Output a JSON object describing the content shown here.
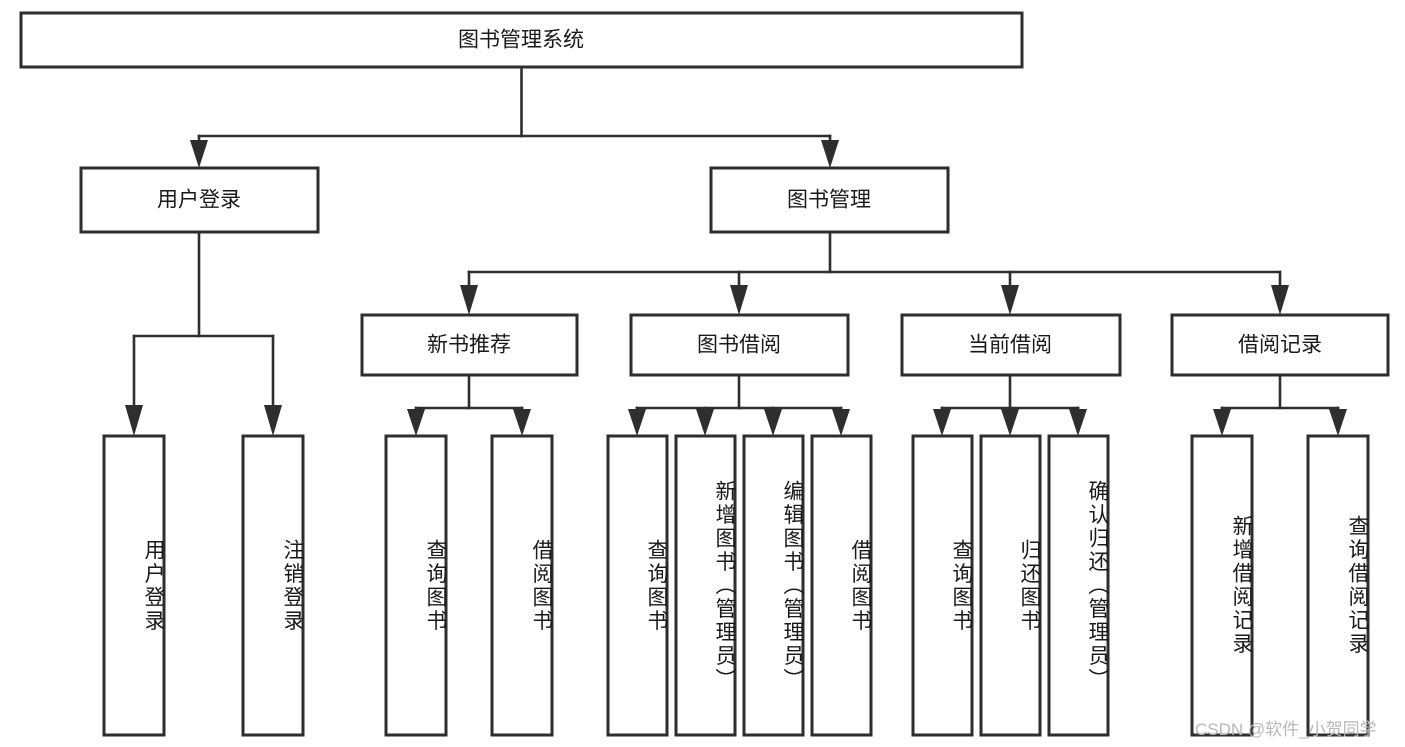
{
  "diagram": {
    "type": "tree-hierarchy",
    "title_node": {
      "id": "root",
      "label": "图书管理系统"
    },
    "level2": [
      {
        "id": "user-login",
        "label": "用户登录"
      },
      {
        "id": "book-manage",
        "label": "图书管理"
      }
    ],
    "level3": [
      {
        "id": "new-book-rec",
        "label": "新书推荐",
        "parent": "book-manage"
      },
      {
        "id": "book-borrow",
        "label": "图书借阅",
        "parent": "book-manage"
      },
      {
        "id": "current-borrow",
        "label": "当前借阅",
        "parent": "book-manage"
      },
      {
        "id": "borrow-record",
        "label": "借阅记录",
        "parent": "book-manage"
      }
    ],
    "leaves": [
      {
        "id": "leaf-user-login",
        "label": "用户登录",
        "parent": "user-login"
      },
      {
        "id": "leaf-user-logout",
        "label": "注销登录",
        "parent": "user-login"
      },
      {
        "id": "leaf-rec-query",
        "label": "查询图书",
        "parent": "new-book-rec"
      },
      {
        "id": "leaf-rec-borrow",
        "label": "借阅图书",
        "parent": "new-book-rec"
      },
      {
        "id": "leaf-borrow-query",
        "label": "查询图书",
        "parent": "book-borrow"
      },
      {
        "id": "leaf-borrow-add",
        "label": "新增图书（管理员）",
        "parent": "book-borrow"
      },
      {
        "id": "leaf-borrow-edit",
        "label": "编辑图书（管理员）",
        "parent": "book-borrow"
      },
      {
        "id": "leaf-borrow-lend",
        "label": "借阅图书",
        "parent": "book-borrow"
      },
      {
        "id": "leaf-cur-query",
        "label": "查询图书",
        "parent": "current-borrow"
      },
      {
        "id": "leaf-cur-return",
        "label": "归还图书",
        "parent": "current-borrow"
      },
      {
        "id": "leaf-cur-confirm",
        "label": "确认归还（管理员）",
        "parent": "current-borrow"
      },
      {
        "id": "leaf-rec-add",
        "label": "新增借阅记录",
        "parent": "borrow-record"
      },
      {
        "id": "leaf-rec-find",
        "label": "查询借阅记录",
        "parent": "borrow-record"
      }
    ],
    "colors": {
      "box_stroke": "#2e2e2e",
      "box_fill": "#ffffff",
      "text": "#1a1a1a",
      "edge": "#2e2e2e",
      "background": "#ffffff",
      "watermark": "#b8b8b8"
    }
  },
  "watermark": {
    "text": "CSDN @软件_小贺同学"
  }
}
